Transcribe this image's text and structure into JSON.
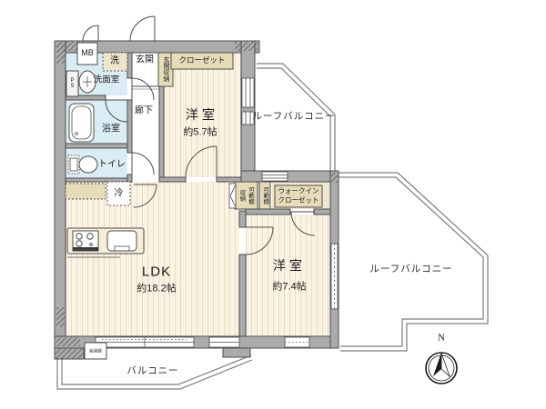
{
  "plan": {
    "rooms": {
      "mb": {
        "label": "MB"
      },
      "ps": {
        "label": "PS"
      },
      "laundry": {
        "label": "洗"
      },
      "entrance": {
        "label": "玄関"
      },
      "entrance_storage": {
        "label": "玄関収納"
      },
      "closet": {
        "label": "クローゼット"
      },
      "washroom": {
        "label": "洗面室"
      },
      "corridor": {
        "label": "廊下"
      },
      "bathroom": {
        "label": "浴室"
      },
      "toilet": {
        "label": "トイレ"
      },
      "refrigerator": {
        "label": "冷"
      },
      "western_room_1": {
        "name": "洋室",
        "size": "約5.7帖"
      },
      "western_room_2": {
        "name": "洋室",
        "size": "約7.4帖"
      },
      "ldk": {
        "name": "LDK",
        "size": "約18.2帖"
      },
      "movable_shelf_storage": {
        "col_left": "収納",
        "col_right": "可動棚"
      },
      "movable_shelf": {
        "label": "可動棚"
      },
      "walk_in_closet": {
        "line1": "ウォークイン",
        "line2": "クローゼット"
      },
      "roof_balcony_top": {
        "label": "ルーフバルコニー"
      },
      "roof_balcony_right": {
        "label": "ルーフバルコニー"
      },
      "balcony": {
        "label": "バルコニー"
      },
      "water_heater": {
        "label": "給湯器"
      }
    },
    "compass": {
      "north": "N"
    },
    "colors": {
      "wall_fill": "#ababab",
      "wall_line": "#4c4c4c",
      "floor_fill": "#faf3e4",
      "floor_stripe": "#eadcc3",
      "storage_fill": "#e6dcba",
      "wet_fill": "#daecf4",
      "balcony_line": "#7d7d7d"
    }
  }
}
